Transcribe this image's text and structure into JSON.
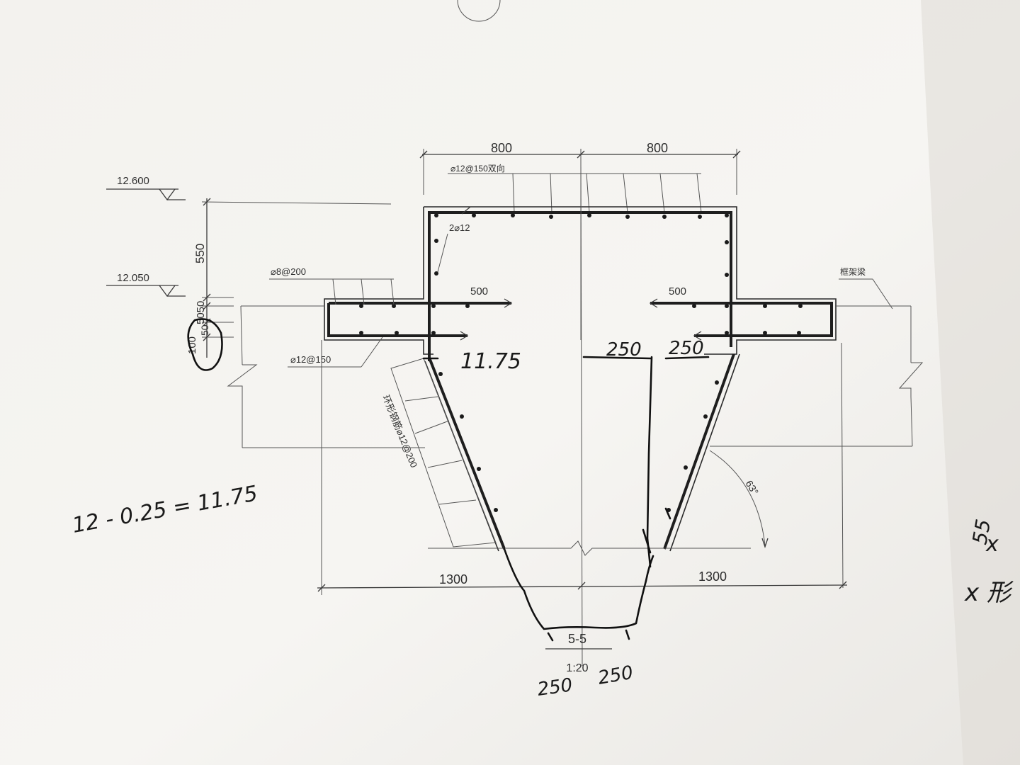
{
  "drawing": {
    "section_mark": "5-5",
    "scale": "1:20",
    "dimensions": {
      "top_left": "800",
      "top_right": "800",
      "bottom_left": "1300",
      "bottom_right": "1300",
      "height_550": "550",
      "stack_50_50": "5050",
      "stack_100": "100",
      "stack_50": "50",
      "overhang_left": "500",
      "overhang_right": "500",
      "angle": "63°"
    },
    "elevations": {
      "upper": "12.600",
      "lower": "12.050"
    },
    "rebar_labels": {
      "top_bars": "⌀12@150双向",
      "corner_bars": "2⌀12",
      "stirrup": "⌀8@200",
      "slab_bars": "⌀12@150",
      "ring_bars": "环形钢筋⌀12@200",
      "frame_beam": "框架梁"
    },
    "handwriting": {
      "note_left": "11.75",
      "formula": "12 - 0.25 = 11.75",
      "note_250_a": "250",
      "note_250_b": "250",
      "note_bottom_a": "250",
      "note_bottom_b": "250",
      "margin_1": "55",
      "margin_2": "x",
      "margin_3": "x 形"
    },
    "colors": {
      "paper": "#f4f3f0",
      "ink": "#2a2a2a",
      "pen": "#111111"
    }
  }
}
